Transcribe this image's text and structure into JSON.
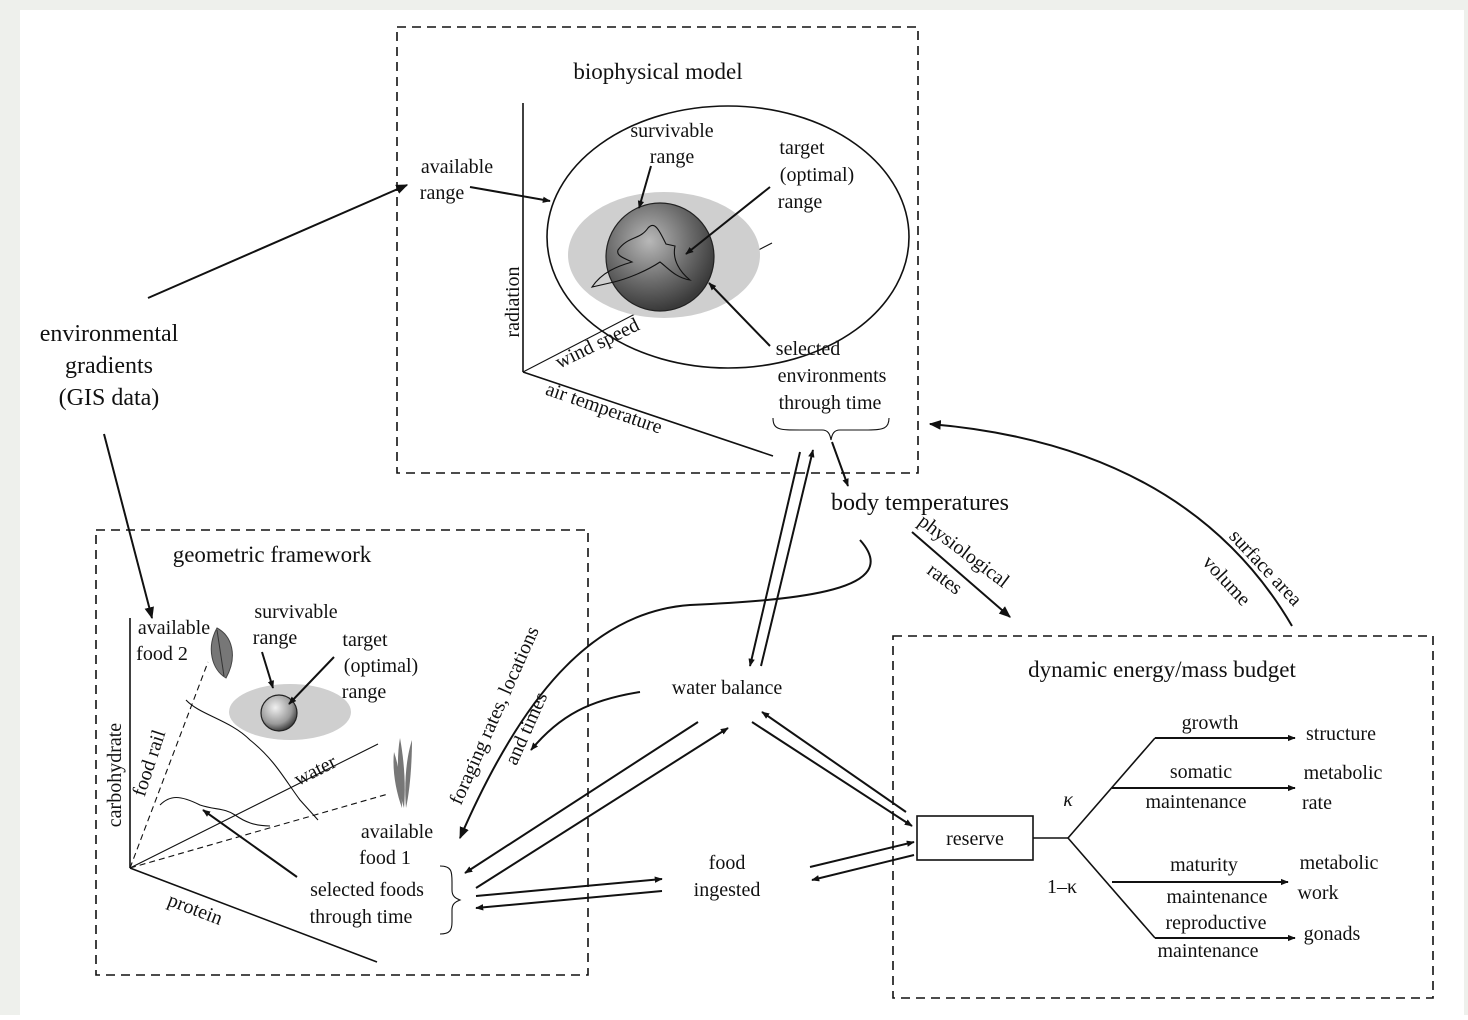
{
  "colors": {
    "ink": "#111111",
    "range_fill": "#cfcfcf",
    "sphere": "#6a6a6a",
    "leaf": "#777777"
  },
  "env": {
    "line1": "environmental",
    "line2": "gradients",
    "line3": "(GIS data)"
  },
  "biophysical": {
    "title": "biophysical model",
    "available": [
      "available",
      "range"
    ],
    "survivable": [
      "survivable",
      "range"
    ],
    "target": [
      "target",
      "(optimal)",
      "range"
    ],
    "selected": [
      "selected",
      "environments",
      "through time"
    ],
    "axis_radiation": "radiation",
    "axis_wind": "wind speed",
    "axis_air": "air temperature"
  },
  "body_temperatures": "body temperatures",
  "physiological": [
    "physiological",
    "rates"
  ],
  "surface": [
    "surface area",
    "volume"
  ],
  "foraging": [
    "foraging rates, locations",
    "and times"
  ],
  "water_balance": "water balance",
  "food_ingested": [
    "food",
    "ingested"
  ],
  "geometric": {
    "title": "geometric framework",
    "food2": [
      "available",
      "food 2"
    ],
    "survivable": [
      "survivable",
      "range"
    ],
    "target": [
      "target",
      "(optimal)",
      "range"
    ],
    "food1": [
      "available",
      "food 1"
    ],
    "selected": [
      "selected foods",
      "through time"
    ],
    "axis_carb": "carbohydrate",
    "axis_rail": "food rail",
    "axis_water": "water",
    "axis_protein": "protein"
  },
  "deb": {
    "title": "dynamic energy/mass budget",
    "reserve": "reserve",
    "kappa": "κ",
    "one_minus_kappa": "1–κ",
    "growth": "growth",
    "structure": "structure",
    "somatic": "somatic",
    "somatic_maint": "maintenance",
    "metabolic_rate": [
      "metabolic",
      "rate"
    ],
    "maturity": "maturity",
    "maturity_maint": "maintenance",
    "metabolic_work": [
      "metabolic",
      "work"
    ],
    "reproductive": "reproductive",
    "reproductive_maint": "maintenance",
    "gonads": "gonads"
  }
}
